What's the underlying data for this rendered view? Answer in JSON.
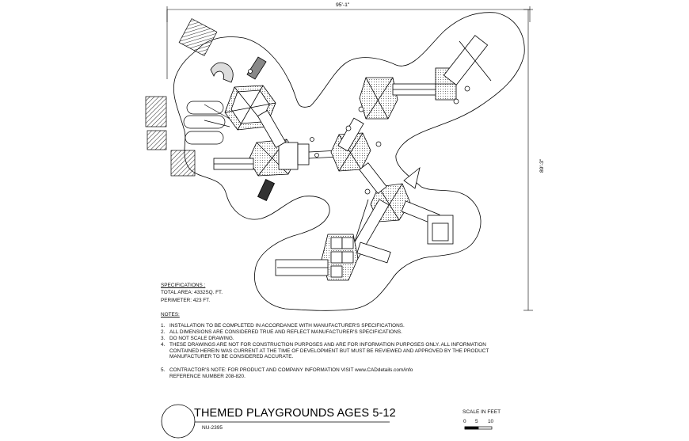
{
  "drawing": {
    "dimension_width": "95'-1\"",
    "dimension_height": "89'-3\""
  },
  "specifications": {
    "heading": "SPECIFICATIONS :",
    "total_area": "TOTAL AREA: 4332SQ. FT.",
    "perimeter": "PERIMETER: 423 FT."
  },
  "notes": {
    "heading": "NOTES:",
    "items": [
      {
        "num": "1.",
        "lines": [
          "INSTALLATION TO BE COMPLETED IN ACCORDANCE WITH MANUFACTURER'S SPECIFICATIONS."
        ]
      },
      {
        "num": "2.",
        "lines": [
          "ALL DIMENSIONS ARE CONSIDERED TRUE AND REFLECT MANUFACTURER'S SPECIFICATIONS."
        ]
      },
      {
        "num": "3.",
        "lines": [
          "DO NOT SCALE DRAWING."
        ]
      },
      {
        "num": "4.",
        "lines": [
          "THESE DRAWINGS ARE NOT FOR CONSTRUCTION PURPOSES AND ARE FOR INFORMATION PURPOSES ONLY. ALL INFORMATION",
          "CONTAINED HEREIN WAS CURRENT AT THE TIME OF DEVELOPMENT BUT MUST BE REVIEWED AND APPROVED BY THE PRODUCT",
          "MANUFACTURER TO BE CONSIDERED ACCURATE."
        ]
      },
      {
        "num": "5.",
        "lines": [
          "CONTRACTOR'S NOTE: FOR PRODUCT AND COMPANY INFORMATION VISIT www.CADdetails.com/info",
          "REFERENCE NUMBER 208-820."
        ]
      }
    ]
  },
  "title_block": {
    "title": "THEMED PLAYGROUNDS AGES 5-12",
    "code": "NU-2395"
  },
  "scale": {
    "label": "SCALE IN FEET",
    "ticks": [
      "0",
      "5",
      "10"
    ]
  },
  "colors": {
    "line": "#000000",
    "background": "#ffffff",
    "hatch": "#333333"
  }
}
